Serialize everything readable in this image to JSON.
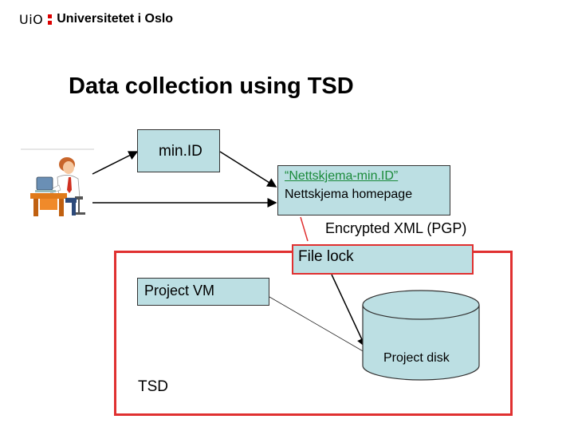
{
  "logo": {
    "mark": "UiO",
    "name": "Universitetet i Oslo"
  },
  "title": "Data collection using TSD",
  "nodes": {
    "minid": "min.ID",
    "nettskjema_link": "“Nettskjema-min.ID”",
    "nettskjema_sub": "Nettskjema homepage",
    "encrypted": "Encrypted XML (PGP)",
    "file_lock": "File lock",
    "project_vm": "Project VM",
    "project_disk": "Project disk",
    "tsd": "TSD"
  },
  "colors": {
    "box_fill": "#bcdfe3",
    "frame_red": "#e03030",
    "link_green": "#1a8a3a",
    "logo_red": "#dd0000"
  },
  "icons": {
    "person": "person-at-computer-icon"
  }
}
